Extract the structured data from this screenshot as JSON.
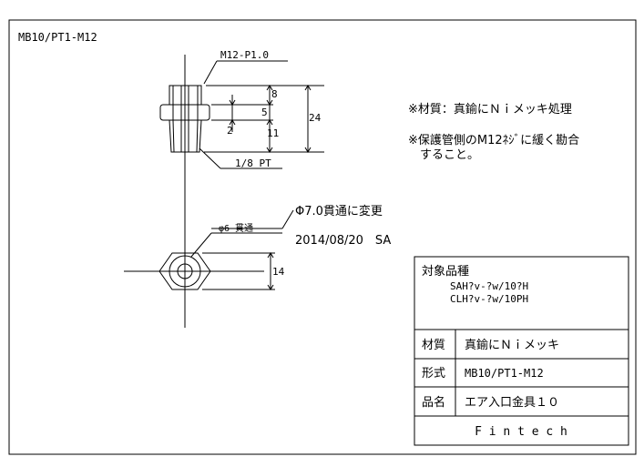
{
  "drawing_id": "MB10/PT1-M12",
  "dims": {
    "thread_top": "M12-P1.0",
    "d8": "8",
    "d5": "5",
    "d2": "2",
    "d11": "11",
    "d24": "24",
    "thread_bottom": "1/8 PT",
    "bore_note": "Φ7.0貫通に変更",
    "bore_orig": "φ6 貫通",
    "revision": "2014/08/20　SA",
    "d14": "14"
  },
  "notes": {
    "n1": "※材質：真鍮にＮｉメッキ処理",
    "n2a": "※保護管側のM12ﾈｼﾞに緩く勘合",
    "n2b": "　すること。"
  },
  "title_block": {
    "target_label": "対象品種",
    "target_1": "SAH?v-?w/10?H",
    "target_2": "CLH?v-?w/10PH",
    "material_label": "材質",
    "material_value": "真鍮にＮｉメッキ",
    "model_label": "形式",
    "model_value": "MB10/PT1-M12",
    "name_label": "品名",
    "name_value": "エア入口金具１０",
    "company": "F i n t e c h"
  }
}
